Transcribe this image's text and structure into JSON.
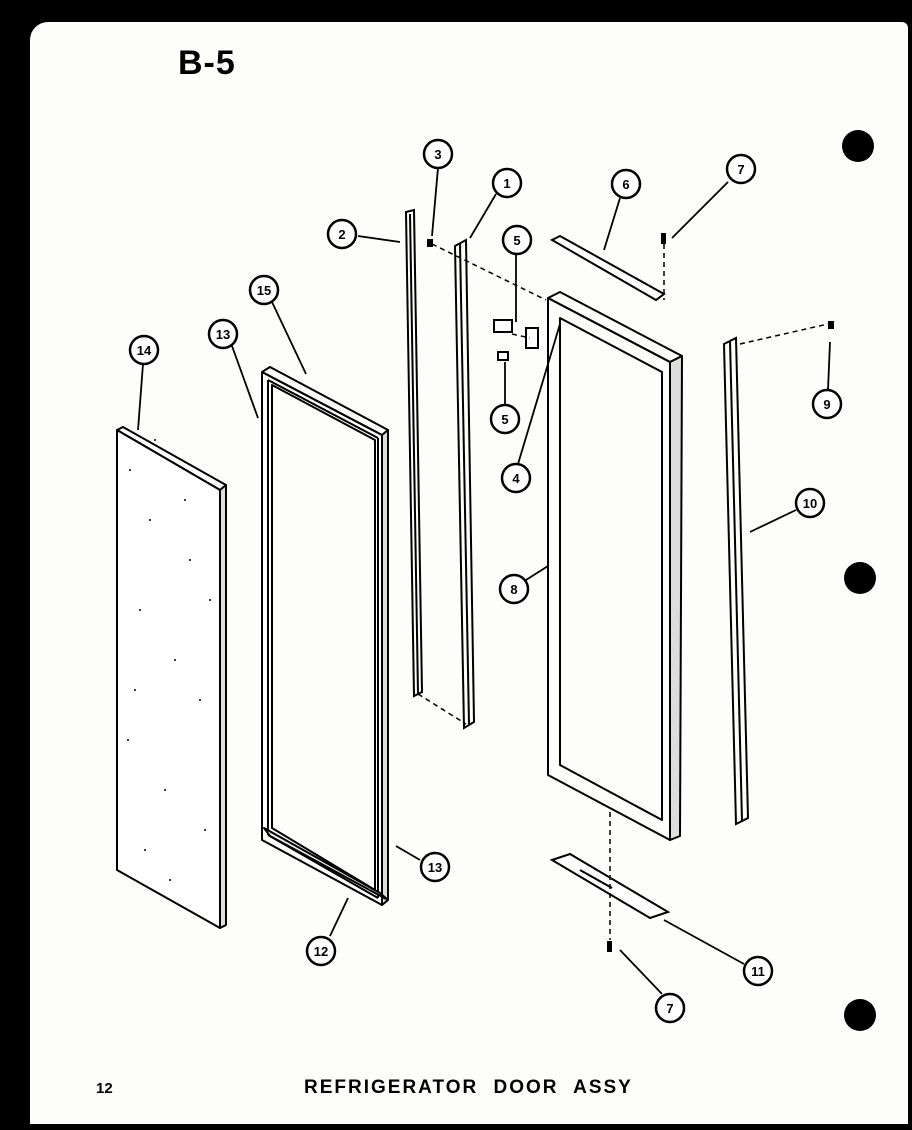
{
  "header": {
    "sheet_code": "B-5"
  },
  "footer": {
    "page_number": "12",
    "caption": "REFRIGERATOR  DOOR  ASSY"
  },
  "callouts": [
    {
      "id": "c2",
      "label": "2"
    },
    {
      "id": "c3",
      "label": "3"
    },
    {
      "id": "c1",
      "label": "1"
    },
    {
      "id": "c6",
      "label": "6"
    },
    {
      "id": "c7a",
      "label": "7"
    },
    {
      "id": "c5a",
      "label": "5"
    },
    {
      "id": "c5b",
      "label": "5"
    },
    {
      "id": "c4",
      "label": "4"
    },
    {
      "id": "c15",
      "label": "15"
    },
    {
      "id": "c13a",
      "label": "13"
    },
    {
      "id": "c14",
      "label": "14"
    },
    {
      "id": "c9",
      "label": "9"
    },
    {
      "id": "c10",
      "label": "10"
    },
    {
      "id": "c8",
      "label": "8"
    },
    {
      "id": "c13b",
      "label": "13"
    },
    {
      "id": "c12",
      "label": "12"
    },
    {
      "id": "c11",
      "label": "11"
    },
    {
      "id": "c7b",
      "label": "7"
    }
  ]
}
